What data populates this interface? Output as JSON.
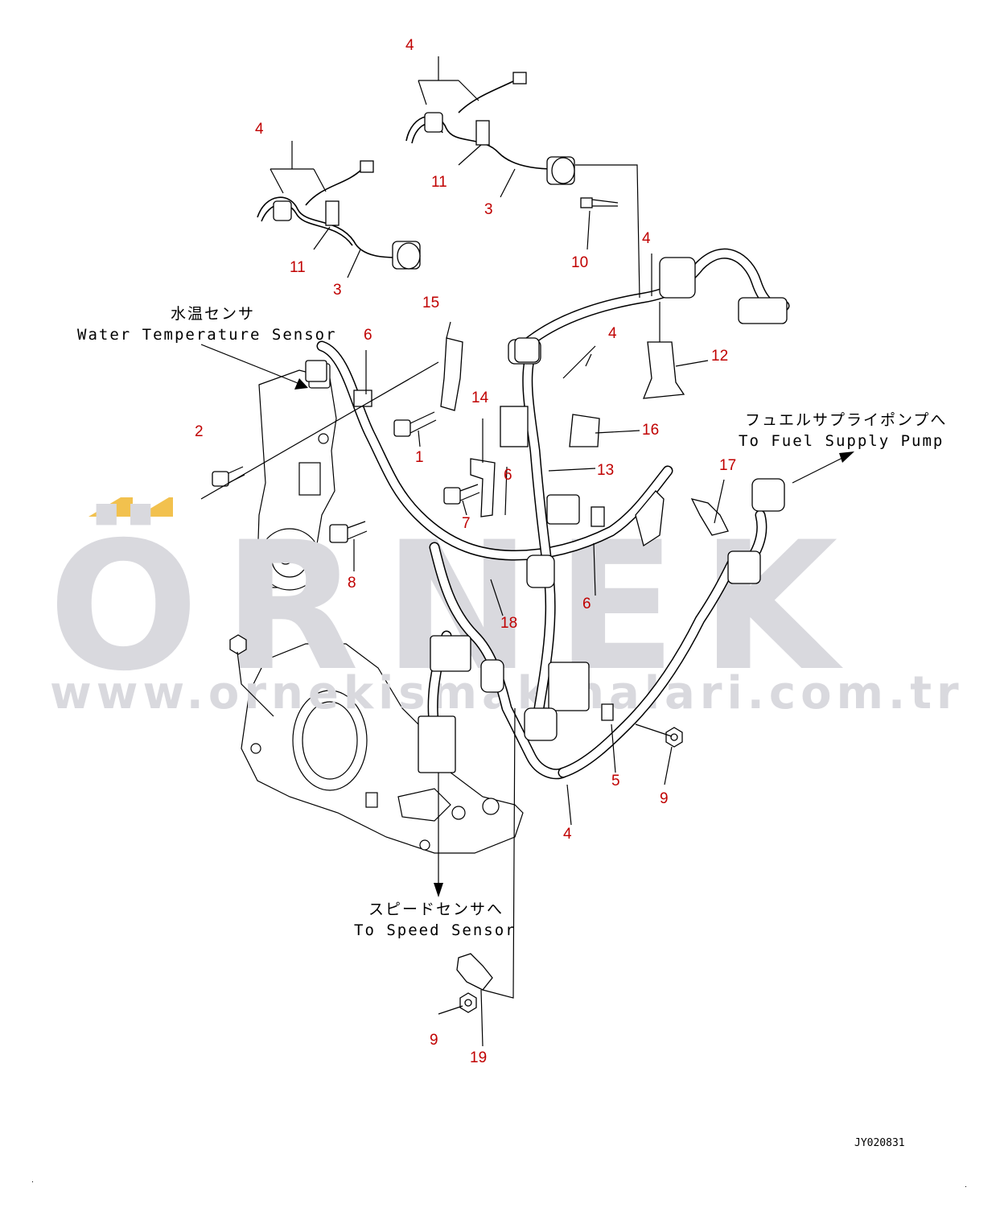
{
  "watermark": {
    "brand": "ÖRNEK",
    "url": "www.ornekismakinalari.com.tr",
    "accent_color": "#f2c14e",
    "text_color": "#d9d9de"
  },
  "captions": {
    "water_temp_jp": "水温センサ",
    "water_temp_en": "Water Temperature Sensor",
    "fuel_pump_jp": "フュエルサプライポンプへ",
    "fuel_pump_en": "To Fuel Supply Pump",
    "speed_sensor_jp": "スピードセンサへ",
    "speed_sensor_en": "To Speed Sensor"
  },
  "drawing_ref": "JY020831",
  "part_labels": [
    {
      "id": "lbl-4a",
      "text": "4"
    },
    {
      "id": "lbl-4b",
      "text": "4"
    },
    {
      "id": "lbl-11a",
      "text": "11"
    },
    {
      "id": "lbl-3a",
      "text": "3"
    },
    {
      "id": "lbl-10",
      "text": "10"
    },
    {
      "id": "lbl-11b",
      "text": "11"
    },
    {
      "id": "lbl-3b",
      "text": "3"
    },
    {
      "id": "lbl-4c",
      "text": "4"
    },
    {
      "id": "lbl-15",
      "text": "15"
    },
    {
      "id": "lbl-6a",
      "text": "6"
    },
    {
      "id": "lbl-4d",
      "text": "4"
    },
    {
      "id": "lbl-12",
      "text": "12"
    },
    {
      "id": "lbl-14",
      "text": "14"
    },
    {
      "id": "lbl-16",
      "text": "16"
    },
    {
      "id": "lbl-2",
      "text": "2"
    },
    {
      "id": "lbl-1",
      "text": "1"
    },
    {
      "id": "lbl-13",
      "text": "13"
    },
    {
      "id": "lbl-17",
      "text": "17"
    },
    {
      "id": "lbl-6b",
      "text": "6"
    },
    {
      "id": "lbl-7",
      "text": "7"
    },
    {
      "id": "lbl-8",
      "text": "8"
    },
    {
      "id": "lbl-18",
      "text": "18"
    },
    {
      "id": "lbl-6c",
      "text": "6"
    },
    {
      "id": "lbl-5",
      "text": "5"
    },
    {
      "id": "lbl-9a",
      "text": "9"
    },
    {
      "id": "lbl-4e",
      "text": "4"
    },
    {
      "id": "lbl-9b",
      "text": "9"
    },
    {
      "id": "lbl-19",
      "text": "19"
    }
  ]
}
